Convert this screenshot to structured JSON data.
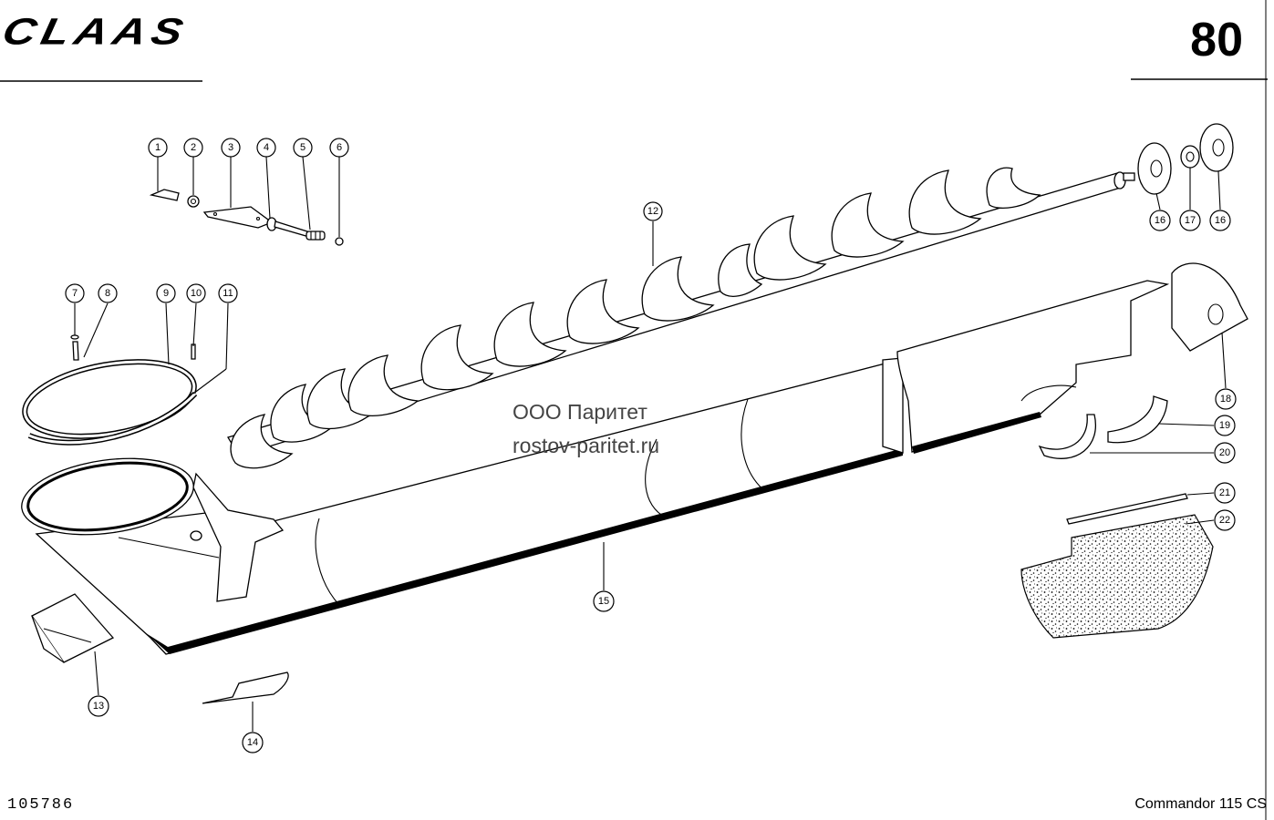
{
  "header": {
    "logo_text": "CLAAS",
    "page_number": "80"
  },
  "footer": {
    "document_number": "105786",
    "model": "Commandor 115 CS"
  },
  "watermark": {
    "line1": "ООО Паритет",
    "line2": "rostov-paritet.ru"
  },
  "callouts": [
    "1",
    "2",
    "3",
    "4",
    "5",
    "6",
    "7",
    "8",
    "9",
    "10",
    "11",
    "12",
    "13",
    "14",
    "15",
    "16",
    "17",
    "16",
    "18",
    "19",
    "20",
    "21",
    "22"
  ]
}
